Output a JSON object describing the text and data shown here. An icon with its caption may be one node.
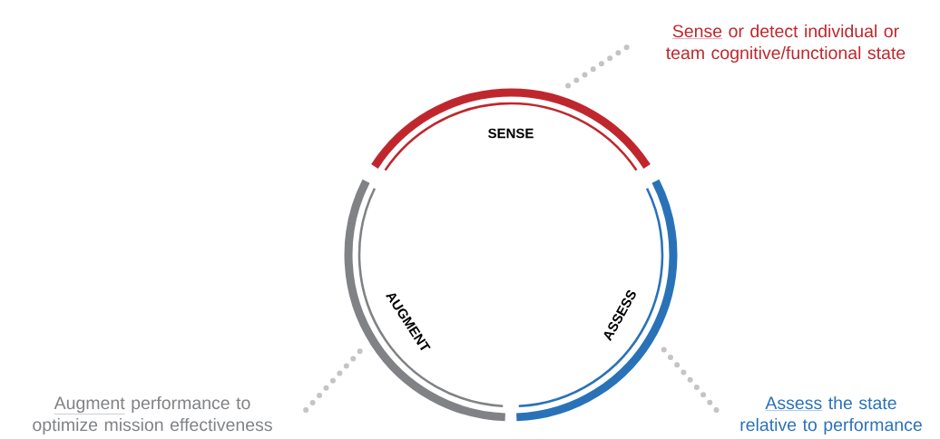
{
  "diagram": {
    "nodes": [
      {
        "text": [
          "SENSE"
        ]
      },
      {
        "text": [
          "ASSESS"
        ]
      },
      {
        "text": [
          "AUGMENT"
        ]
      },
      {
        "text": [
          "Sense",
          "or detect individual or team cognitive/functional state"
        ]
      },
      {
        "text": [
          "Assess",
          "the state relative to performance"
        ]
      },
      {
        "text": [
          "Augment",
          "performance to optimize mission effectiveness"
        ]
      }
    ],
    "edges": [
      {
        "from": 3,
        "to": 0,
        "arrow": "none"
      },
      {
        "from": 4,
        "to": 1,
        "arrow": "none"
      },
      {
        "from": 5,
        "to": 2,
        "arrow": "none"
      }
    ]
  }
}
